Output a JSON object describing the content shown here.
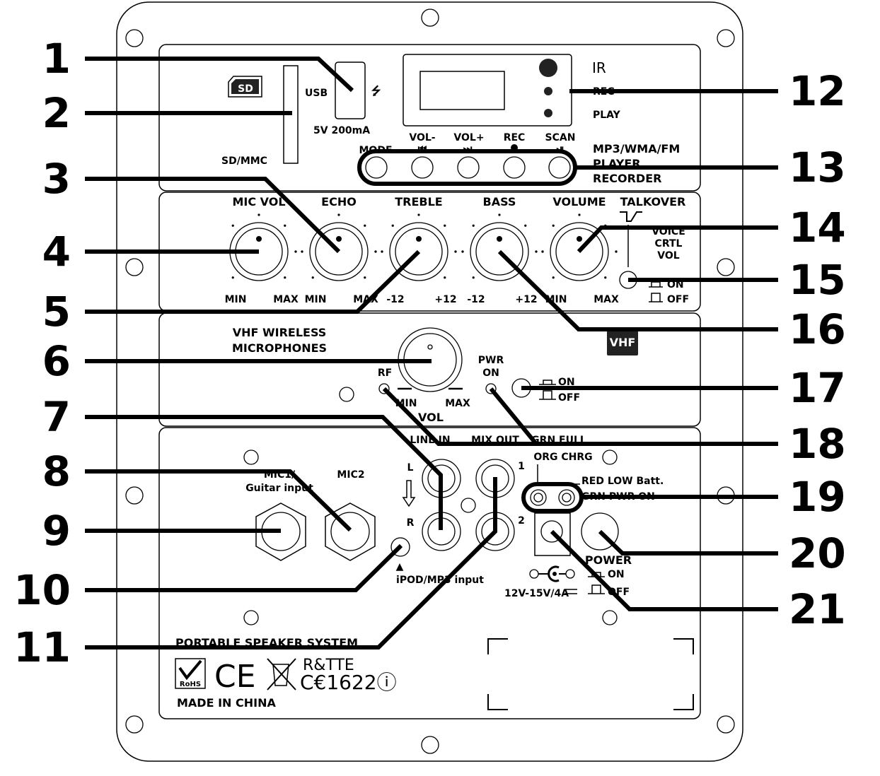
{
  "callouts": {
    "left": [
      "1",
      "2",
      "3",
      "4",
      "5",
      "6",
      "7",
      "8",
      "9",
      "10",
      "11"
    ],
    "right": [
      "12",
      "13",
      "14",
      "15",
      "16",
      "17",
      "18",
      "19",
      "20",
      "21"
    ]
  },
  "top_panel": {
    "sd_logo": "SD",
    "sd_label": "SD/MMC",
    "usb": "USB",
    "usb_rating": "5V 200mA",
    "ir": "IR",
    "rec": "REC",
    "play": "PLAY",
    "buttons": [
      "MODE",
      "VOL-",
      "VOL+",
      "REC",
      "SCAN"
    ],
    "player_title": [
      "MP3/WMA/FM",
      "PLAYER",
      "RECORDER"
    ]
  },
  "knob_panel": {
    "knobs": [
      {
        "label": "MIC VOL",
        "min": "MIN",
        "max": "MAX"
      },
      {
        "label": "ECHO",
        "min": "MIN",
        "max": "MAX"
      },
      {
        "label": "TREBLE",
        "min": "-12",
        "max": "+12"
      },
      {
        "label": "BASS",
        "min": "-12",
        "max": "+12"
      },
      {
        "label": "VOLUME",
        "min": "MIN",
        "max": "MAX"
      }
    ],
    "talkover": "TALKOVER",
    "voice": [
      "VOICE",
      "CRTL",
      "VOL"
    ],
    "on": "ON",
    "off": "OFF"
  },
  "vhf_panel": {
    "title": [
      "VHF WIRELESS",
      "MICROPHONES"
    ],
    "badge": "VHF",
    "rf": "RF",
    "pwr": [
      "PWR",
      "ON"
    ],
    "min": "MIN",
    "max": "MAX",
    "vol": "VOL",
    "on": "ON",
    "off": "OFF"
  },
  "io_panel": {
    "mic1": [
      "MIC1/",
      "Guitar  input"
    ],
    "mic2": "MIC2",
    "line_in": "LINE IN",
    "mix_out": "MIX OUT",
    "grn_full": "GRN FULL",
    "org_chrg": "ORG CHRG",
    "red_low": "RED LOW Batt.",
    "grn_pwr": "GRN PWR ON",
    "l": "L",
    "r": "R",
    "one": "1",
    "two": "2",
    "ipod": "iPOD/MP3 input",
    "power": "POWER",
    "on": "ON",
    "off": "OFF",
    "dc_rating": "12V-15V/4A"
  },
  "footer": {
    "title": "PORTABLE SPEAKER SYSTEM",
    "rohs": "RoHS",
    "ce": "CE",
    "rtte": "R&TTE",
    "ce_code": "C€1622ⓘ",
    "made_in": "MADE IN CHINA"
  }
}
